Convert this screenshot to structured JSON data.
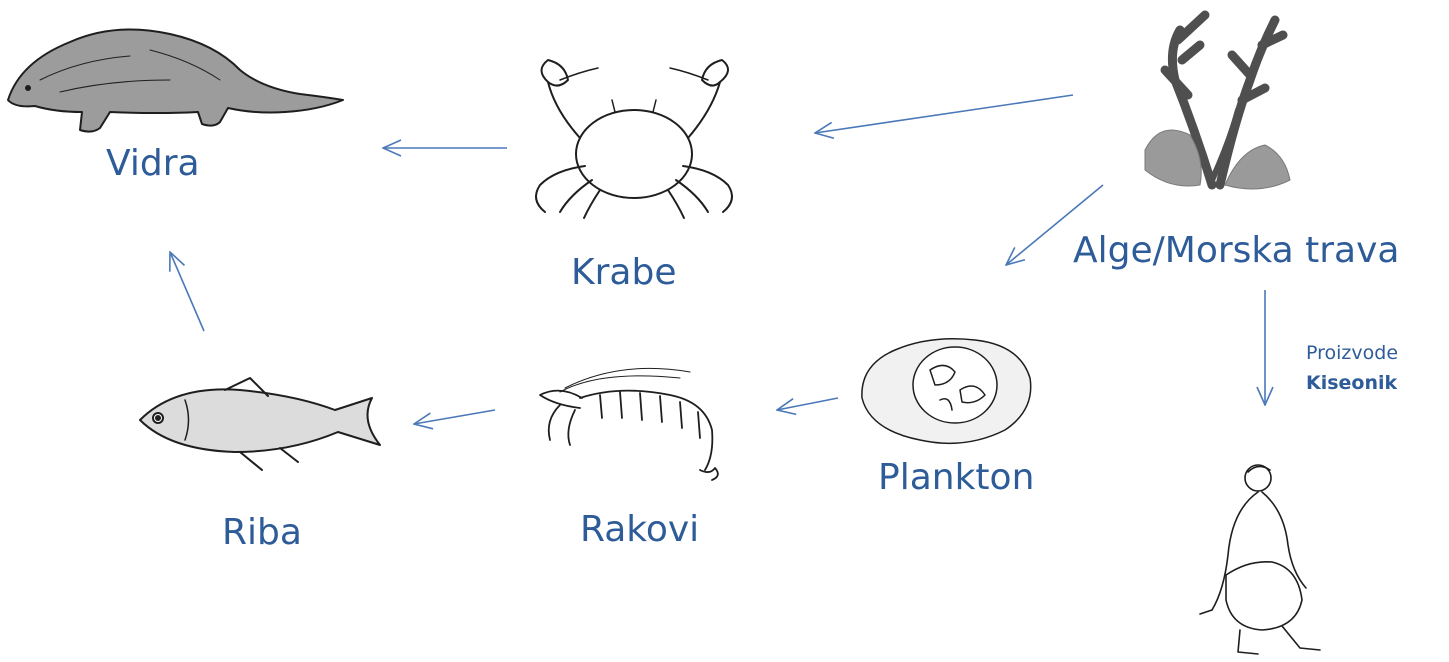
{
  "nodes": {
    "vidra": "Vidra",
    "krabe": "Krabe",
    "alge": "Alge/Morska trava",
    "plankton": "Plankton",
    "rakovi": "Rakovi",
    "riba": "Riba"
  },
  "oxygen_note": {
    "line1": "Proizvode",
    "line2": "Kiseonik"
  },
  "icons": {
    "otter": "otter-illustration",
    "crab": "crab-illustration",
    "seaweed": "seaweed-illustration",
    "plankton": "plankton-illustration",
    "shrimp": "shrimp-illustration",
    "fish": "fish-illustration",
    "person": "person-illustration"
  },
  "colors": {
    "label": "#2e5c99",
    "arrow": "#4a78b8",
    "ink": "#1e1e1e",
    "seaweed": "#6f6f6f"
  }
}
